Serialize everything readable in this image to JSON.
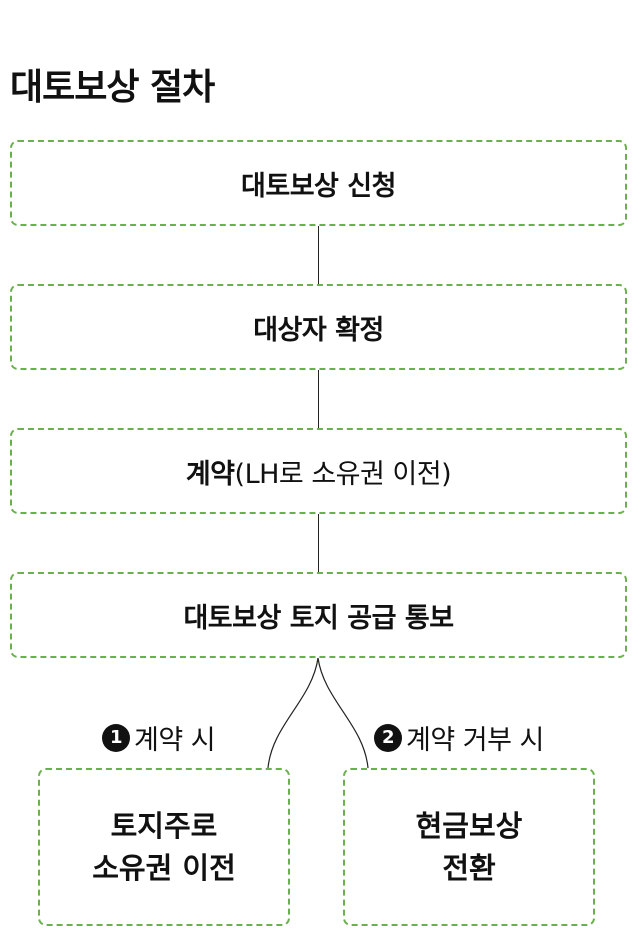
{
  "title": "대토보상 절차",
  "steps": [
    {
      "bold": "대토보상 신청",
      "normal": ""
    },
    {
      "bold": "대상자 확정",
      "normal": ""
    },
    {
      "bold": "계약",
      "normal": "(LH로 소유권 이전)"
    },
    {
      "bold": "대토보상 토지 공급 통보",
      "normal": ""
    }
  ],
  "branches": [
    {
      "number": "1",
      "label": "계약 시",
      "result_line1": "토지주로",
      "result_line2": "소유권 이전"
    },
    {
      "number": "2",
      "label": "계약 거부 시",
      "result_line1": "현금보상",
      "result_line2": "전환"
    }
  ],
  "colors": {
    "box_border": "#6ab04c",
    "connector": "#222222",
    "badge": "#111111"
  }
}
